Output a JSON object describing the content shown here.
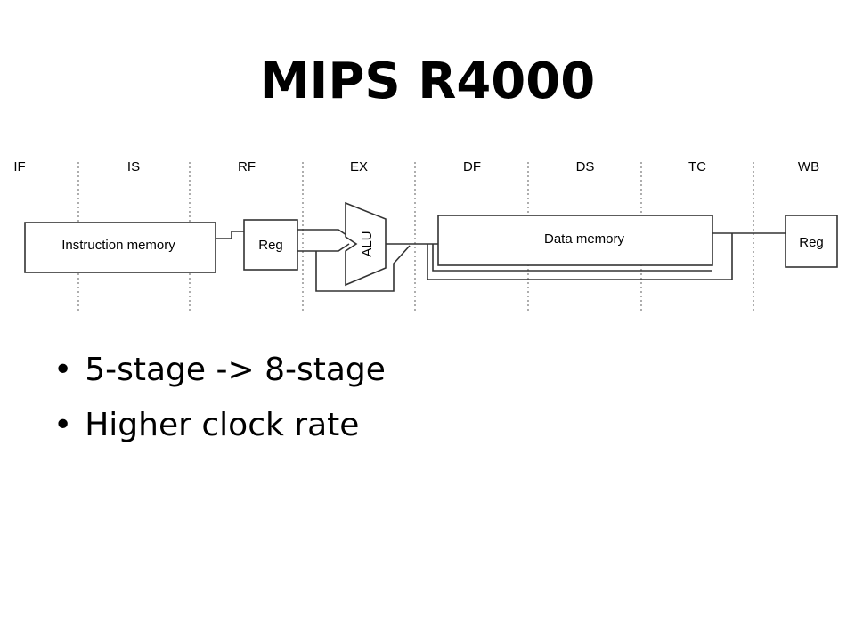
{
  "title": "MIPS R4000",
  "diagram": {
    "stages": [
      "IF",
      "IS",
      "RF",
      "EX",
      "DF",
      "DS",
      "TC",
      "WB"
    ],
    "blocks": {
      "instruction_memory": "Instruction memory",
      "reg_read": "Reg",
      "alu": "ALU",
      "data_memory": "Data memory",
      "reg_write": "Reg"
    }
  },
  "bullets": [
    "5-stage -> 8-stage",
    "Higher clock rate"
  ]
}
